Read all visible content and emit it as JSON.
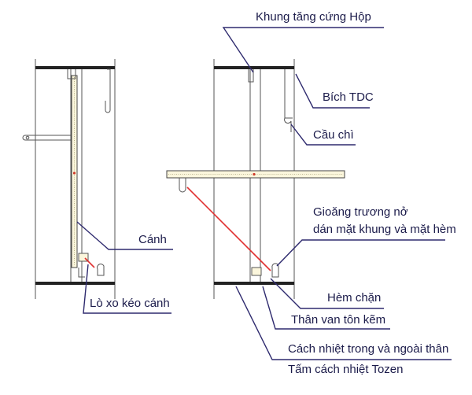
{
  "labels": {
    "khung_tang_cung": "Khung tăng cứng Hộp",
    "bich_tdc": "Bích TDC",
    "cau_chi": "Cầu chì",
    "canh": "Cánh",
    "gioang_line1": "Gioăng trương nở",
    "gioang_line2": "dán mặt khung và mặt hèm",
    "lo_xo": "Lò xo kéo cánh",
    "hem_chan": "Hèm chặn",
    "than_van": "Thân van tôn kẽm",
    "cach_nhiet": "Cách nhiệt trong và ngoài thân",
    "tam_cach_nhiet": "Tấm cách nhiệt Tozen"
  },
  "colors": {
    "label": "#1b1b4a",
    "leader": "#2e2a6e",
    "spring": "#e03030",
    "panel_fill": "#fbf6dc"
  }
}
